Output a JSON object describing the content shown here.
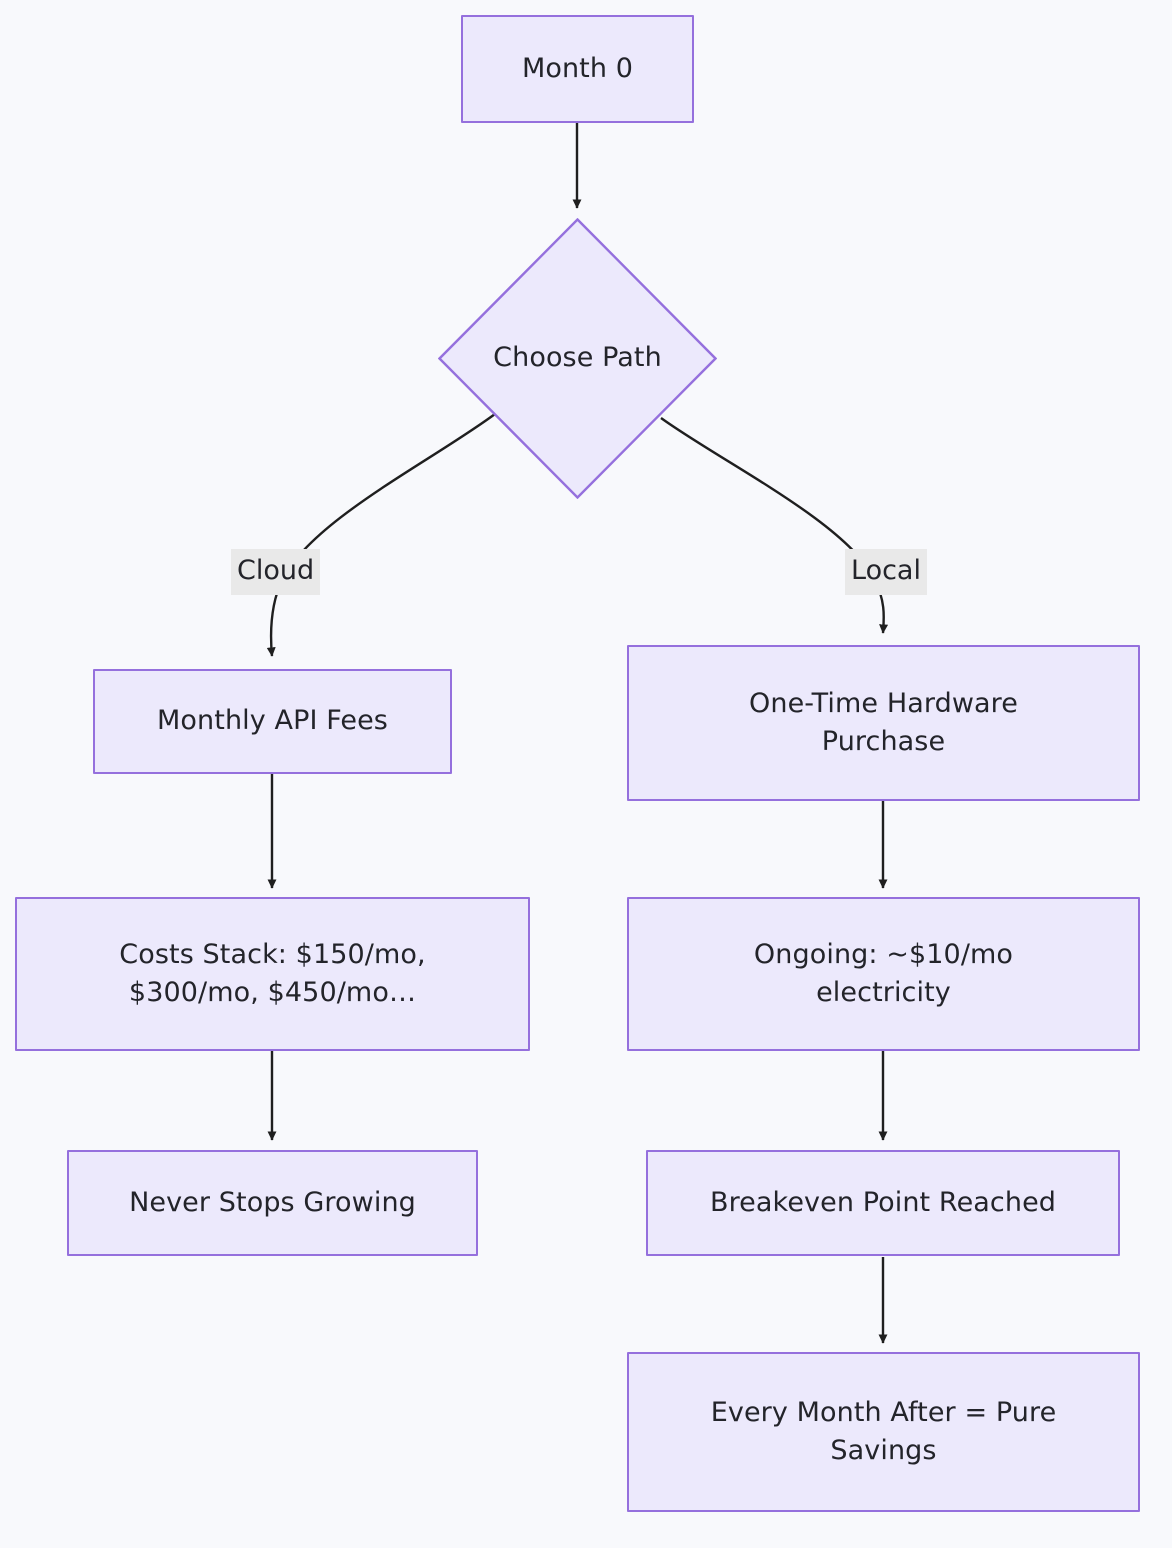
{
  "diagram": {
    "type": "flowchart",
    "direction": "top-down",
    "background_color": "#f8f9fc",
    "node_fill_color": "#ece9fc",
    "node_border_color": "#9570dd",
    "edge_color": "#1f1f1f",
    "edge_label_background": "#e9e9e9",
    "text_color": "#23242a",
    "nodes": [
      {
        "id": "month0",
        "label": "Month 0",
        "shape": "rect"
      },
      {
        "id": "choose",
        "label": "Choose Path",
        "shape": "diamond"
      },
      {
        "id": "apifees",
        "label": "Monthly API Fees",
        "shape": "rect"
      },
      {
        "id": "hardware",
        "label": "One-Time Hardware\nPurchase",
        "shape": "rect"
      },
      {
        "id": "stack",
        "label": "Costs Stack: $150/mo,\n$300/mo, $450/mo…",
        "shape": "rect"
      },
      {
        "id": "ongoing",
        "label": "Ongoing: ~$10/mo\nelectricity",
        "shape": "rect"
      },
      {
        "id": "growing",
        "label": "Never Stops Growing",
        "shape": "rect"
      },
      {
        "id": "breakeven",
        "label": "Breakeven Point Reached",
        "shape": "rect"
      },
      {
        "id": "savings",
        "label": "Every Month After = Pure\nSavings",
        "shape": "rect"
      }
    ],
    "edges": [
      {
        "from": "month0",
        "to": "choose",
        "label": ""
      },
      {
        "from": "choose",
        "to": "apifees",
        "label": "Cloud"
      },
      {
        "from": "choose",
        "to": "hardware",
        "label": "Local"
      },
      {
        "from": "apifees",
        "to": "stack",
        "label": ""
      },
      {
        "from": "stack",
        "to": "growing",
        "label": ""
      },
      {
        "from": "hardware",
        "to": "ongoing",
        "label": ""
      },
      {
        "from": "ongoing",
        "to": "breakeven",
        "label": ""
      },
      {
        "from": "breakeven",
        "to": "savings",
        "label": ""
      }
    ],
    "edge_labels": {
      "cloud": "Cloud",
      "local": "Local"
    }
  }
}
